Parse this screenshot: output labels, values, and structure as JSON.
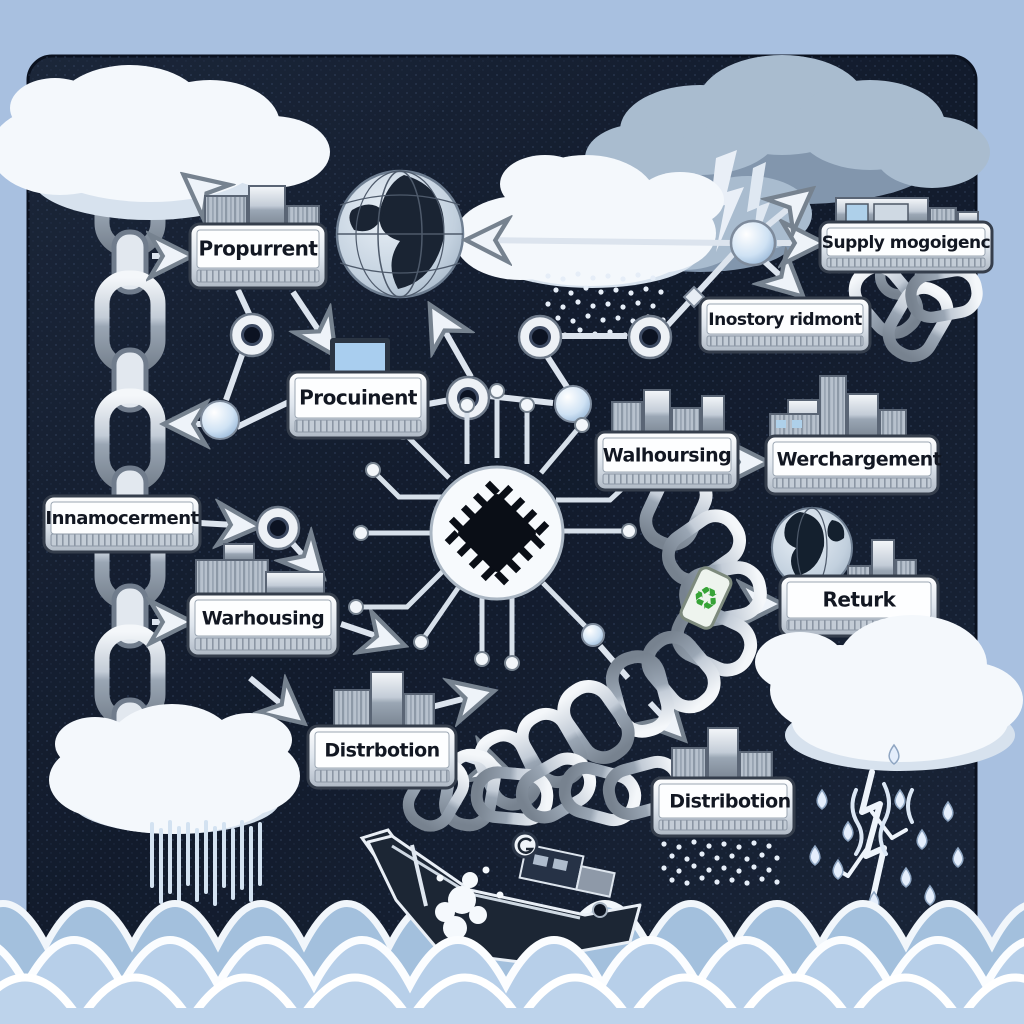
{
  "scene": {
    "description": "Stylized illustration of a supply-chain flow diagram drawn on a dark storm-sky panel: labeled process boxes linked by metallic arrows and circuit nodes around a central microchip hub, heavy chains weaving through the flow, storm clouds with lightning and rain, and a sinking ship on stylized waves at the bottom.",
    "palette": {
      "outer_background": "#a8c0e0",
      "panel_dark": "#121b2c",
      "label_face": "#fdfeff",
      "metal_light": "#f4f7fa",
      "metal_dark": "#77828f",
      "cloud_white": "#f4f8fc",
      "cloud_gray": "#a9bccf",
      "sea_blue": "#bdd3eb",
      "ship_hull": "#1c2634",
      "recycle_green": "#36a336",
      "screen_blue": "#a9ceef"
    },
    "elements": [
      "storm-clouds",
      "lightning",
      "rain",
      "left-chain",
      "curved-chain",
      "chain-knots",
      "cpu-hub",
      "globes",
      "warehouse-icons",
      "sinking-ship",
      "waves",
      "recycle-link-tag"
    ]
  },
  "labels": {
    "procurement_top": "Propurrent",
    "procurement_mid": "Procuinent",
    "management_left": "Innamocerment",
    "warehousing_left": "Warhousing",
    "distribution_left": "Distrbotion",
    "supply_management": "Supply mogoigenc",
    "inventory_management": "Inostory ridmont",
    "warehousing_mid": "Walhoursing",
    "warehouse_management": "Werchargement",
    "returns": "Returk",
    "distribution_right": "Distribotion"
  },
  "icons": {
    "recycle_glyph": "♻",
    "names": [
      "boxes-icon",
      "laptop-icon",
      "globe-icon",
      "warehouse-icon",
      "buildings-icon",
      "factory-icon",
      "bar-buildings-icon",
      "chip-icon",
      "chain-icon",
      "cloud-icon",
      "storm-cloud-icon",
      "lightning-icon",
      "rain-icon",
      "ship-icon",
      "recycle-icon"
    ]
  },
  "edges": [
    "chain → Propurrent",
    "Propurrent → cloud",
    "Propurrent → Procuinent",
    "Procuinent → globe",
    "Procuinent → hub node",
    "hub node → globe",
    "hub node → Supply mogoigenc",
    "hub node → Inostory ridmont",
    "Innamocerment → warehouse",
    "chain → Warhousing",
    "Warhousing → chip hub",
    "chip hub → all directions",
    "Distrbotion → chain",
    "chain → Distribotion",
    "Walhoursing → Werchargement",
    "chain → Returk"
  ]
}
